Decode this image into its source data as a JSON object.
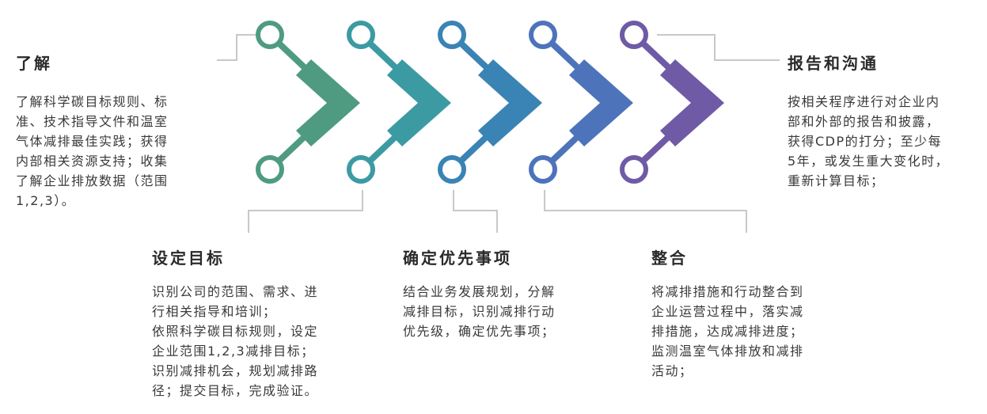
{
  "steps": [
    {
      "title": "了解",
      "description": "了解科学碳目标规则、标\n准、技术指导文件和温室\n气体减排最佳实践；获得\n内部相关资源支持；收集\n了解企业排放数据（范围\n1,2,3）。"
    },
    {
      "title": "设定目标",
      "description": "识别公司的范围、需求、进\n行相关指导和培训；\n依照科学碳目标规则，设定\n企业范围1,2,3减排目标；\n识别减排机会，规划减排路\n径；提交目标，完成验证。"
    },
    {
      "title": "确定优先事项",
      "description": "结合业务发展规划，分解\n减排目标，识别减排行动\n优先级，确定优先事项；"
    },
    {
      "title": "整合",
      "description": "将减排措施和行动整合到\n企业运营过程中，落实减\n排措施，达成减排进度；\n监测温室气体排放和减排\n活动；"
    },
    {
      "title": "报告和沟通",
      "description": "按相关程序进行对企业内\n部和外部的报告和披露，\n获得CDP的打分；至少每\n5年，或发生重大变化时，\n重新计算目标；"
    }
  ],
  "colors": {
    "step1": "#4f9b82",
    "step2": "#3c9aa3",
    "step3": "#3a83b5",
    "step4": "#4d73bb",
    "step5": "#6f5aa6",
    "connector": "#c8c8c8"
  }
}
